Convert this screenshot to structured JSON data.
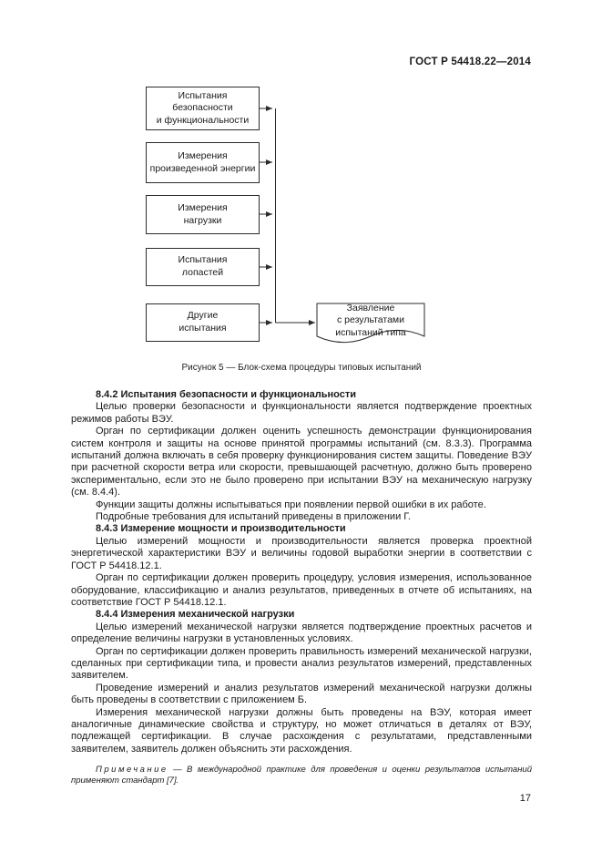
{
  "header": {
    "doc_number": "ГОСТ Р 54418.22—2014"
  },
  "flowchart": {
    "caption": "Рисунок  5 — Блок-схема процедуры типовых испытаний",
    "boxes": [
      {
        "label": "Испытания\nбезопасности\nи функциональности"
      },
      {
        "label": "Измерения\nпроизведенной энергии"
      },
      {
        "label": "Измерения\nнагрузки"
      },
      {
        "label": "Испытания\nлопастей"
      },
      {
        "label": "Другие\nиспытания"
      }
    ],
    "result_label": "Заявление\nс результатами\nиспытаний типа"
  },
  "sections": [
    {
      "heading": "8.4.2  Испытания безопасности и функциональности",
      "paragraphs": [
        "Целью проверки безопасности и функциональности является подтверждение проектных режимов работы ВЭУ.",
        "Орган по сертификации должен оценить успешность демонстрации функционирования систем контроля и защиты на основе принятой программы испытаний (см. 8.3.3). Программа испытаний должна включать в себя проверку функционирования систем защиты. Поведение ВЭУ при расчетной скорости ветра или скорости, превышающей расчетную, должно быть проверено экспериментально, если это не было проверено при испытании ВЭУ на механическую нагрузку (см. 8.4.4).",
        "Функции защиты должны испытываться при появлении первой ошибки в их работе.",
        "Подробные требования для испытаний приведены в приложении Г."
      ]
    },
    {
      "heading": "8.4.3  Измерение мощности и производительности",
      "paragraphs": [
        "Целью измерений мощности и производительности является проверка проектной энергетической характеристики ВЭУ и величины годовой выработки энергии в соответствии с ГОСТ Р 54418.12.1.",
        "Орган по сертификации должен проверить процедуру, условия измерения, использованное оборудование, классификацию и анализ результатов, приведенных в отчете об испытаниях, на соответствие ГОСТ Р 54418.12.1."
      ]
    },
    {
      "heading": "8.4.4  Измерения механической нагрузки",
      "paragraphs": [
        "Целью измерений механической нагрузки является подтверждение проектных расчетов и определение величины нагрузки в установленных условиях.",
        "Орган по сертификации должен проверить правильность измерений механической нагрузки, сделанных при сертификации типа, и провести анализ результатов измерений, представленных заявителем.",
        "Проведение измерений и анализ результатов измерений механической нагрузки должны быть проведены в соответствии с приложением Б.",
        "Измерения механической нагрузки должны быть проведены на ВЭУ, которая имеет аналогичные динамические свойства и структуру, но может отличаться в деталях от ВЭУ, подлежащей сертификации. В случае расхождения с результатами, представленными заявителем, заявитель должен объяснить эти расхождения."
      ]
    }
  ],
  "note": {
    "label": "Примечание",
    "text": " — В международной практике для проведения и оценки результатов испытаний применяют стандарт [7]."
  },
  "footer": {
    "page_number": "17"
  }
}
